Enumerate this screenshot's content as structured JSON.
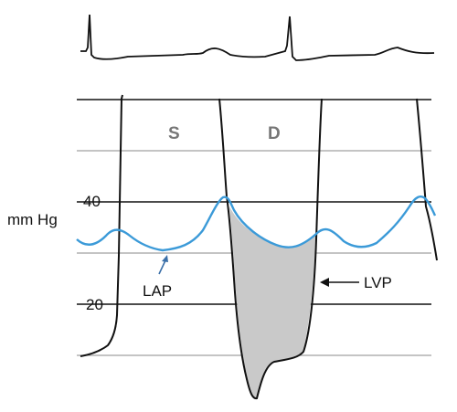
{
  "labels": {
    "phase_s": "S",
    "phase_d": "D",
    "y_unit": "mm Hg",
    "tick_40": "40",
    "tick_20": "20",
    "lap": "LAP",
    "lvp": "LVP"
  },
  "colors": {
    "lap_trace": "#3b9ad8",
    "lvp_trace": "#111111",
    "ecg_trace": "#111111",
    "fill_area": "#c9c9c9",
    "major_grid": "#111111",
    "minor_grid": "#8a8a8a",
    "lap_arrow": "#3a6fa8",
    "phase_text": "#777777"
  },
  "icons": [
    "arrow-left-icon",
    "arrow-up-icon"
  ]
}
